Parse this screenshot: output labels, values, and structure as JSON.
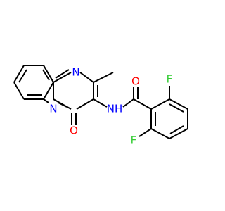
{
  "atoms": {
    "n1": {
      "text": "N",
      "color": "#0000ff"
    },
    "n2": {
      "text": "N",
      "color": "#0000ff"
    },
    "nh": {
      "text": "NH",
      "color": "#0000ff"
    },
    "o1": {
      "text": "O",
      "color": "#ff0000"
    },
    "o2": {
      "text": "O",
      "color": "#ff0000"
    },
    "f1": {
      "text": "F",
      "color": "#33cc33"
    },
    "f2": {
      "text": "F",
      "color": "#33cc33"
    }
  }
}
